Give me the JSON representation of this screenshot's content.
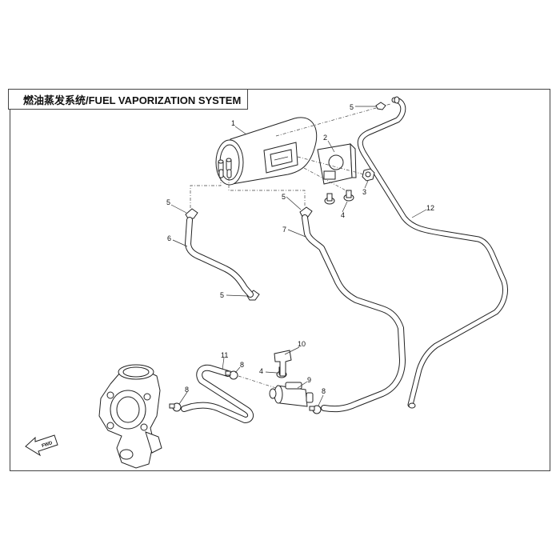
{
  "title": "燃油蒸发系统/FUEL VAPORIZATION SYSTEM",
  "fwd_label": "FWD",
  "callouts": {
    "c1": "1",
    "c2": "2",
    "c3": "3",
    "c4a": "4",
    "c4b": "4",
    "c5a": "5",
    "c5b": "5",
    "c5c": "5",
    "c5d": "5",
    "c6": "6",
    "c7": "7",
    "c8a": "8",
    "c8b": "8",
    "c8c": "8",
    "c9": "9",
    "c10": "10",
    "c11": "11",
    "c12": "12"
  },
  "parts": [
    {
      "number": "1",
      "name": "charcoal-canister"
    },
    {
      "number": "2",
      "name": "canister-bracket"
    },
    {
      "number": "3",
      "name": "flange-nut"
    },
    {
      "number": "4",
      "name": "bolt"
    },
    {
      "number": "5",
      "name": "hose-clamp"
    },
    {
      "number": "6",
      "name": "vapor-hose"
    },
    {
      "number": "7",
      "name": "vapor-hose"
    },
    {
      "number": "8",
      "name": "hose-clamp"
    },
    {
      "number": "9",
      "name": "purge-valve"
    },
    {
      "number": "10",
      "name": "valve-bracket"
    },
    {
      "number": "11",
      "name": "purge-hose"
    },
    {
      "number": "12",
      "name": "tank-vent-hose"
    }
  ]
}
